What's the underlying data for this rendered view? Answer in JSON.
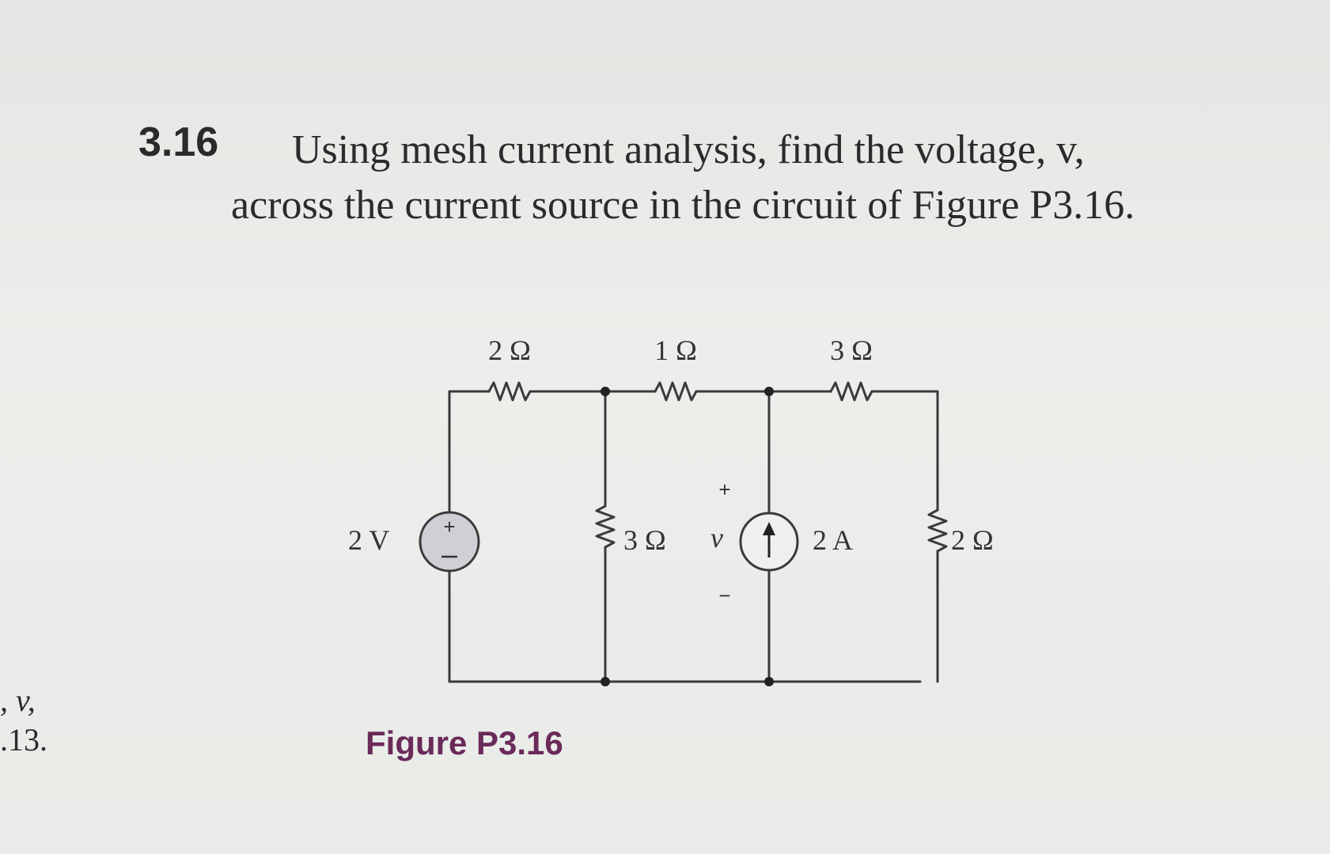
{
  "problem": {
    "number": "3.16",
    "line1": "Using mesh current analysis, find the voltage, v,",
    "line2": "across the current source in the circuit of Figure P3.16."
  },
  "edge_fragments": {
    "top": ", v,",
    "bottom": ".13."
  },
  "figure": {
    "caption": "Figure P3.16",
    "components": {
      "r_top_left": "2 Ω",
      "r_top_middle": "1 Ω",
      "r_top_right": "3 Ω",
      "voltage_source": "2 V",
      "r_shunt_middle": "3 Ω",
      "v_label": "v",
      "current_source": "2 A",
      "r_shunt_right": "2 Ω",
      "plus": "+",
      "minus": "−"
    }
  }
}
